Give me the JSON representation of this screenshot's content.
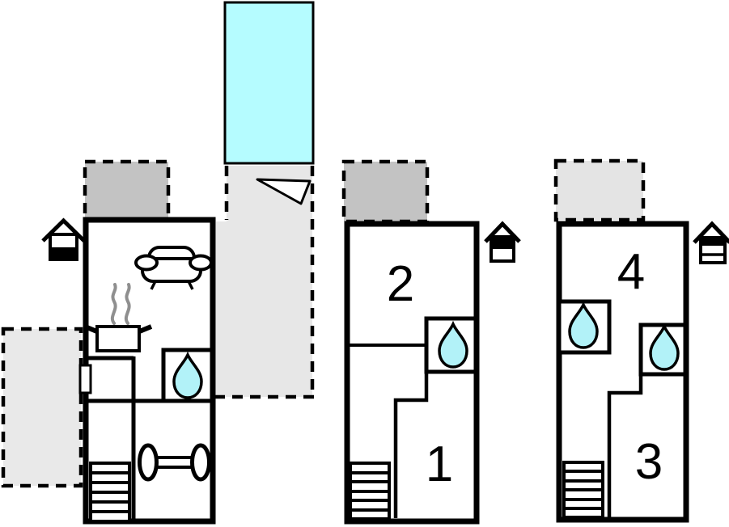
{
  "floorplan": {
    "room_labels": {
      "room1": "1",
      "room2": "2",
      "room3": "3",
      "room4": "4"
    },
    "colors": {
      "pool": "#b5fcff",
      "water": "#b2f2f8",
      "terrace_dark": "#c3c3c3",
      "terrace_light": "#e4e4e4",
      "corridor": "#e7e7e7",
      "garden": "#e9e9e9",
      "wall": "#000000",
      "steam": "#8f8f8f"
    }
  }
}
